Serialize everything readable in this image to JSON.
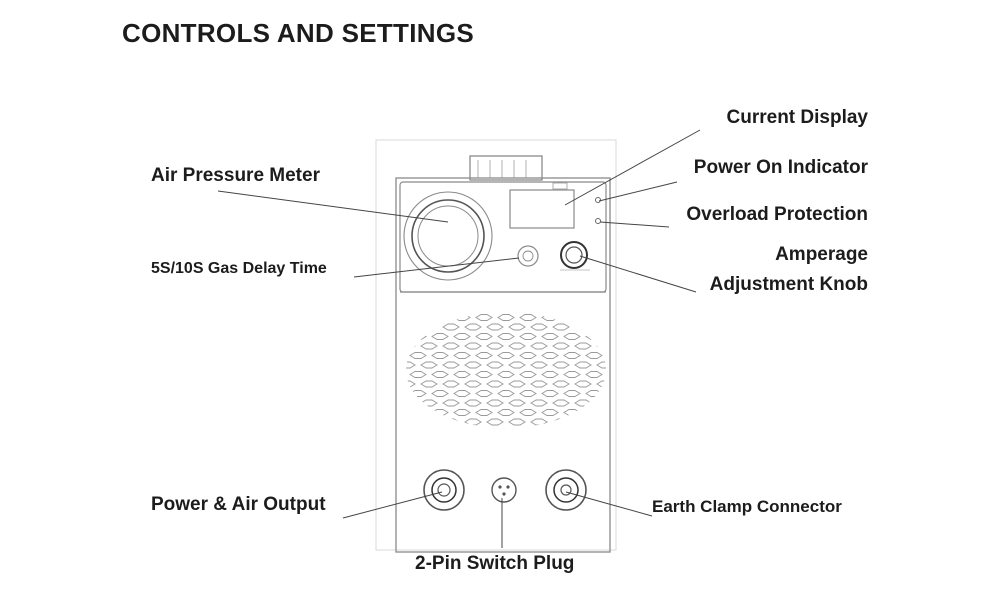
{
  "title": "CONTROLS AND SETTINGS",
  "labels": {
    "current_display": "Current Display",
    "power_on_indicator": "Power On Indicator",
    "overload_protection": "Overload Protection",
    "amperage_line1": "Amperage",
    "amperage_line2": "Adjustment Knob",
    "air_pressure_meter": "Air Pressure Meter",
    "gas_delay_time": "5S/10S Gas Delay Time",
    "power_air_output": "Power & Air Output",
    "switch_plug": "2-Pin Switch Plug",
    "earth_clamp_connector": "Earth Clamp Connector"
  },
  "colors": {
    "text": "#1c1c1c",
    "line": "#444444",
    "outline": "#8a8a8a",
    "background": "#ffffff"
  }
}
